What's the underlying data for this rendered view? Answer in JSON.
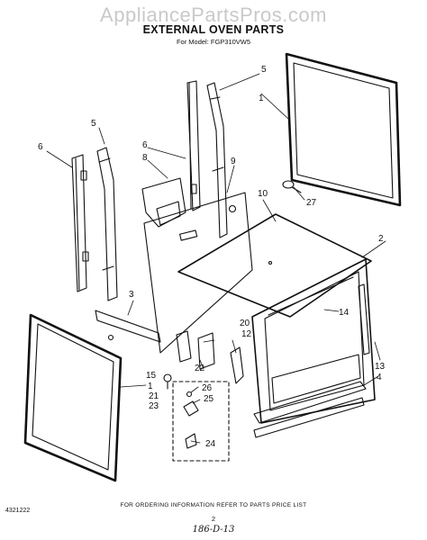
{
  "watermark": "AppliancePartsPros.com",
  "title": "EXTERNAL OVEN PARTS",
  "model": "For Model: FGP310VW5",
  "footer_note": "FOR ORDERING INFORMATION REFER TO PARTS PRICE LIST",
  "doc_code": "4321222",
  "page_number": "2",
  "handwritten_code": "186-D-13",
  "callouts": {
    "c1": "1",
    "c2": "2",
    "c3": "3",
    "c4": "4",
    "c5a": "5",
    "c5b": "5",
    "c6a": "6",
    "c6b": "6",
    "c8": "8",
    "c9": "9",
    "c10": "10",
    "c11": "1",
    "c12": "12",
    "c13": "13",
    "c14": "14",
    "c15": "15",
    "c20": "20",
    "c21": "21",
    "c22": "22",
    "c23": "23",
    "c24": "24",
    "c25": "25",
    "c26": "26",
    "c27": "27"
  }
}
